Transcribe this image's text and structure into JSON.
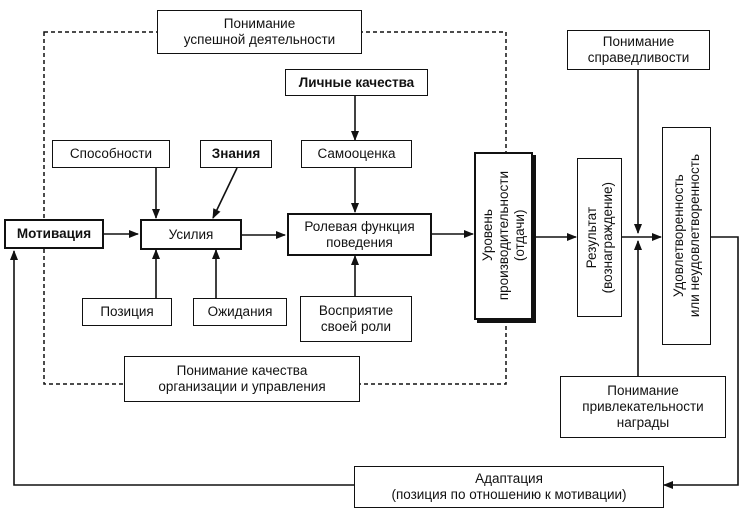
{
  "diagram": {
    "understanding_success": "Понимание\nуспешной деятельности",
    "personal_qualities": "Личные качества",
    "abilities": "Способности",
    "knowledge": "Знания",
    "self_esteem": "Самооценка",
    "motivation": "Мотивация",
    "efforts": "Усилия",
    "role_function": "Ролевая функция\nповедения",
    "position": "Позиция",
    "expectations": "Ожидания",
    "role_perception": "Восприятие\nсвоей роли",
    "org_quality": "Понимание качества\nорганизации и управления",
    "productivity": "Уровень\nпроизводительности\n(отдачи)",
    "result": "Результат\n(вознаграждение)",
    "justice": "Понимание\nсправедливости",
    "satisfaction": "Удовлетворенность\nили неудовлетворенность",
    "reward_attractiveness": "Понимание\nпривлекательности\nнаграды",
    "adaptation_title": "Адаптация",
    "adaptation_subtitle": "(позиция по отношению к мотивации)"
  },
  "colors": {
    "ink": "#111111",
    "paper": "#ffffff"
  }
}
